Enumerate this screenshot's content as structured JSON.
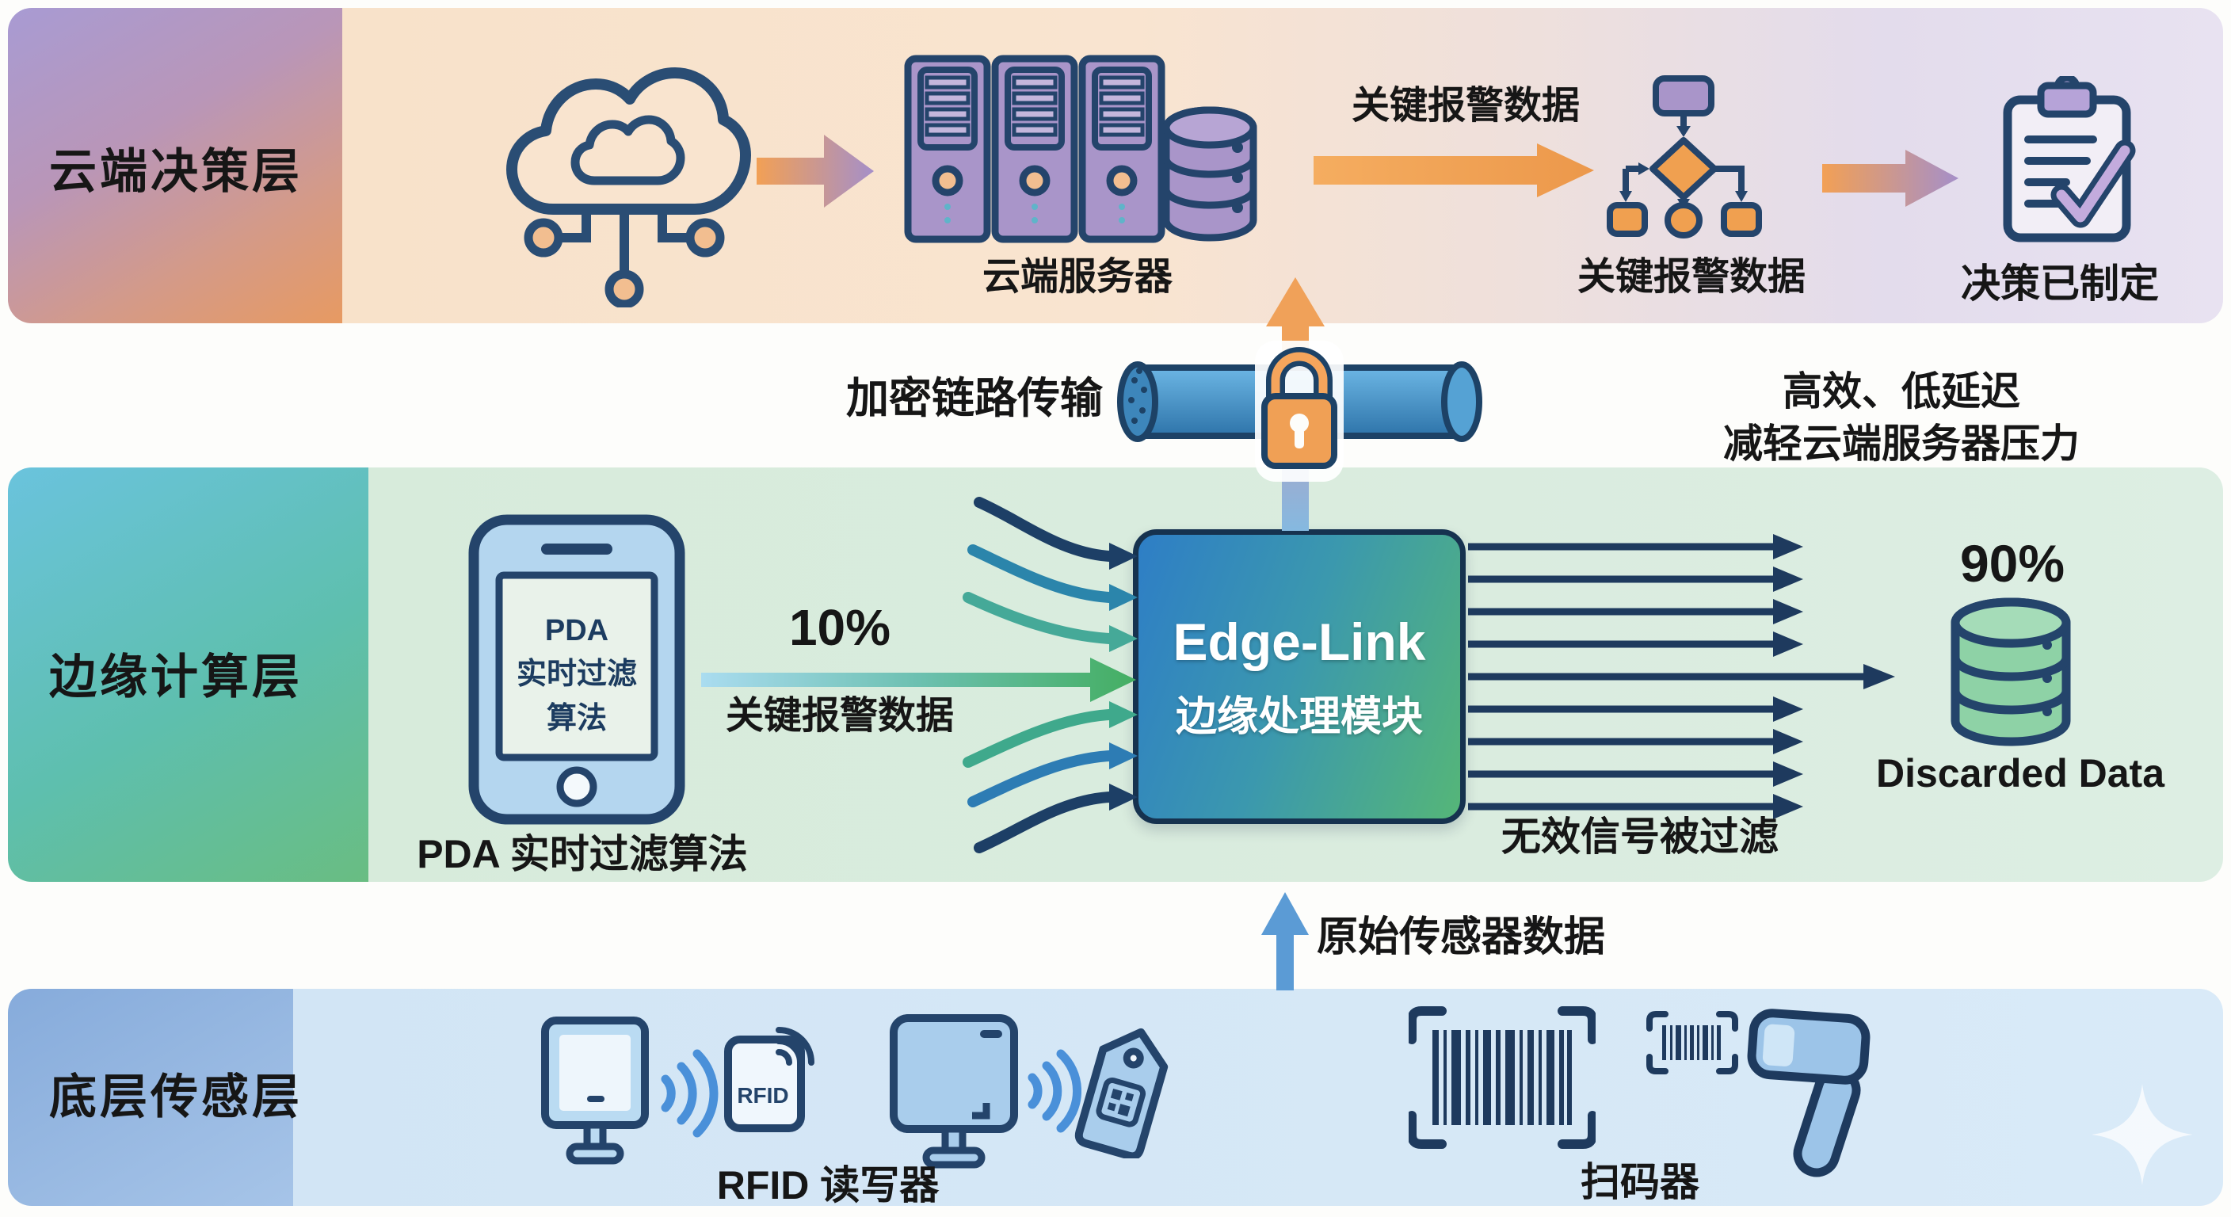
{
  "cloud_layer": {
    "title": "云端决策层",
    "server_caption": "云端服务器",
    "alarm_top": "关键报警数据",
    "alarm_bottom": "关键报警数据",
    "decision_caption": "决策已制定"
  },
  "link": {
    "encrypted_caption": "加密链路传输",
    "benefit_line1": "高效、低延迟",
    "benefit_line2": "减轻云端服务器压力"
  },
  "edge_layer": {
    "title": "边缘计算层",
    "pda_screen_line1": "PDA",
    "pda_screen_line2": "实时过滤",
    "pda_screen_line3": "算法",
    "pda_caption": "PDA 实时过滤算法",
    "percent_in": "10%",
    "alarm_caption": "关键报警数据",
    "box_title": "Edge-Link",
    "box_subtitle": "边缘处理模块",
    "percent_out": "90%",
    "discarded_caption": "Discarded Data",
    "filtered_caption": "无效信号被过滤"
  },
  "sensing_layer": {
    "title": "底层传感层",
    "raw_data_caption": "原始传感器数据",
    "rfid_tag_text": "RFID",
    "rfid_caption": "RFID 读写器",
    "scanner_caption": "扫码器"
  },
  "colors": {
    "navy": "#24446b",
    "orange": "#f0a159",
    "purple": "#a995c9",
    "green": "#44ae62",
    "blue": "#4a90d9",
    "box_gradient_start": "#2e7ec6",
    "box_gradient_end": "#55b678"
  }
}
